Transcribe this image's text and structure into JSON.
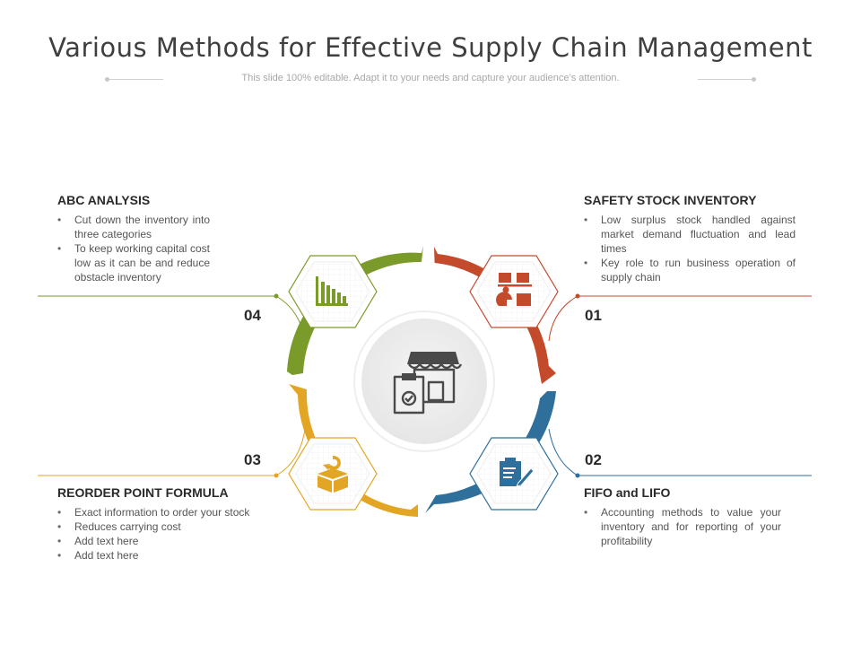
{
  "title": "Various Methods for Effective Supply Chain Management",
  "subtitle": "This slide 100% editable. Adapt  it to your needs and capture your audience’s attention.",
  "colors": {
    "green": "#7a9a2a",
    "red": "#c44a2c",
    "blue": "#2e6f9c",
    "yellow": "#e3a524"
  },
  "center_icon": "store-inventory-icon",
  "steps": [
    {
      "number": "01",
      "heading": "SAFETY STOCK INVENTORY",
      "icon": "boxes-icon",
      "color": "#c44a2c",
      "bullets": [
        "Low surplus stock handled against market demand fluctuation and lead times",
        "Key role to run business operation of supply chain"
      ]
    },
    {
      "number": "02",
      "heading": "FIFO and LIFO",
      "icon": "clipboard-pen-icon",
      "color": "#2e6f9c",
      "bullets": [
        "Accounting methods to value  your inventory and for reporting of your profitability"
      ]
    },
    {
      "number": "03",
      "heading": "REORDER POINT FORMULA",
      "icon": "reorder-box-icon",
      "color": "#e3a524",
      "bullets": [
        "Exact information to order your stock",
        "Reduces carrying cost",
        "Add text here",
        "Add text here"
      ]
    },
    {
      "number": "04",
      "heading": "ABC ANALYSIS",
      "icon": "bar-chart-icon",
      "color": "#7a9a2a",
      "bullets": [
        "Cut down the inventory into three categories",
        "To keep working capital cost low as it can be and reduce obstacle inventory"
      ]
    }
  ]
}
